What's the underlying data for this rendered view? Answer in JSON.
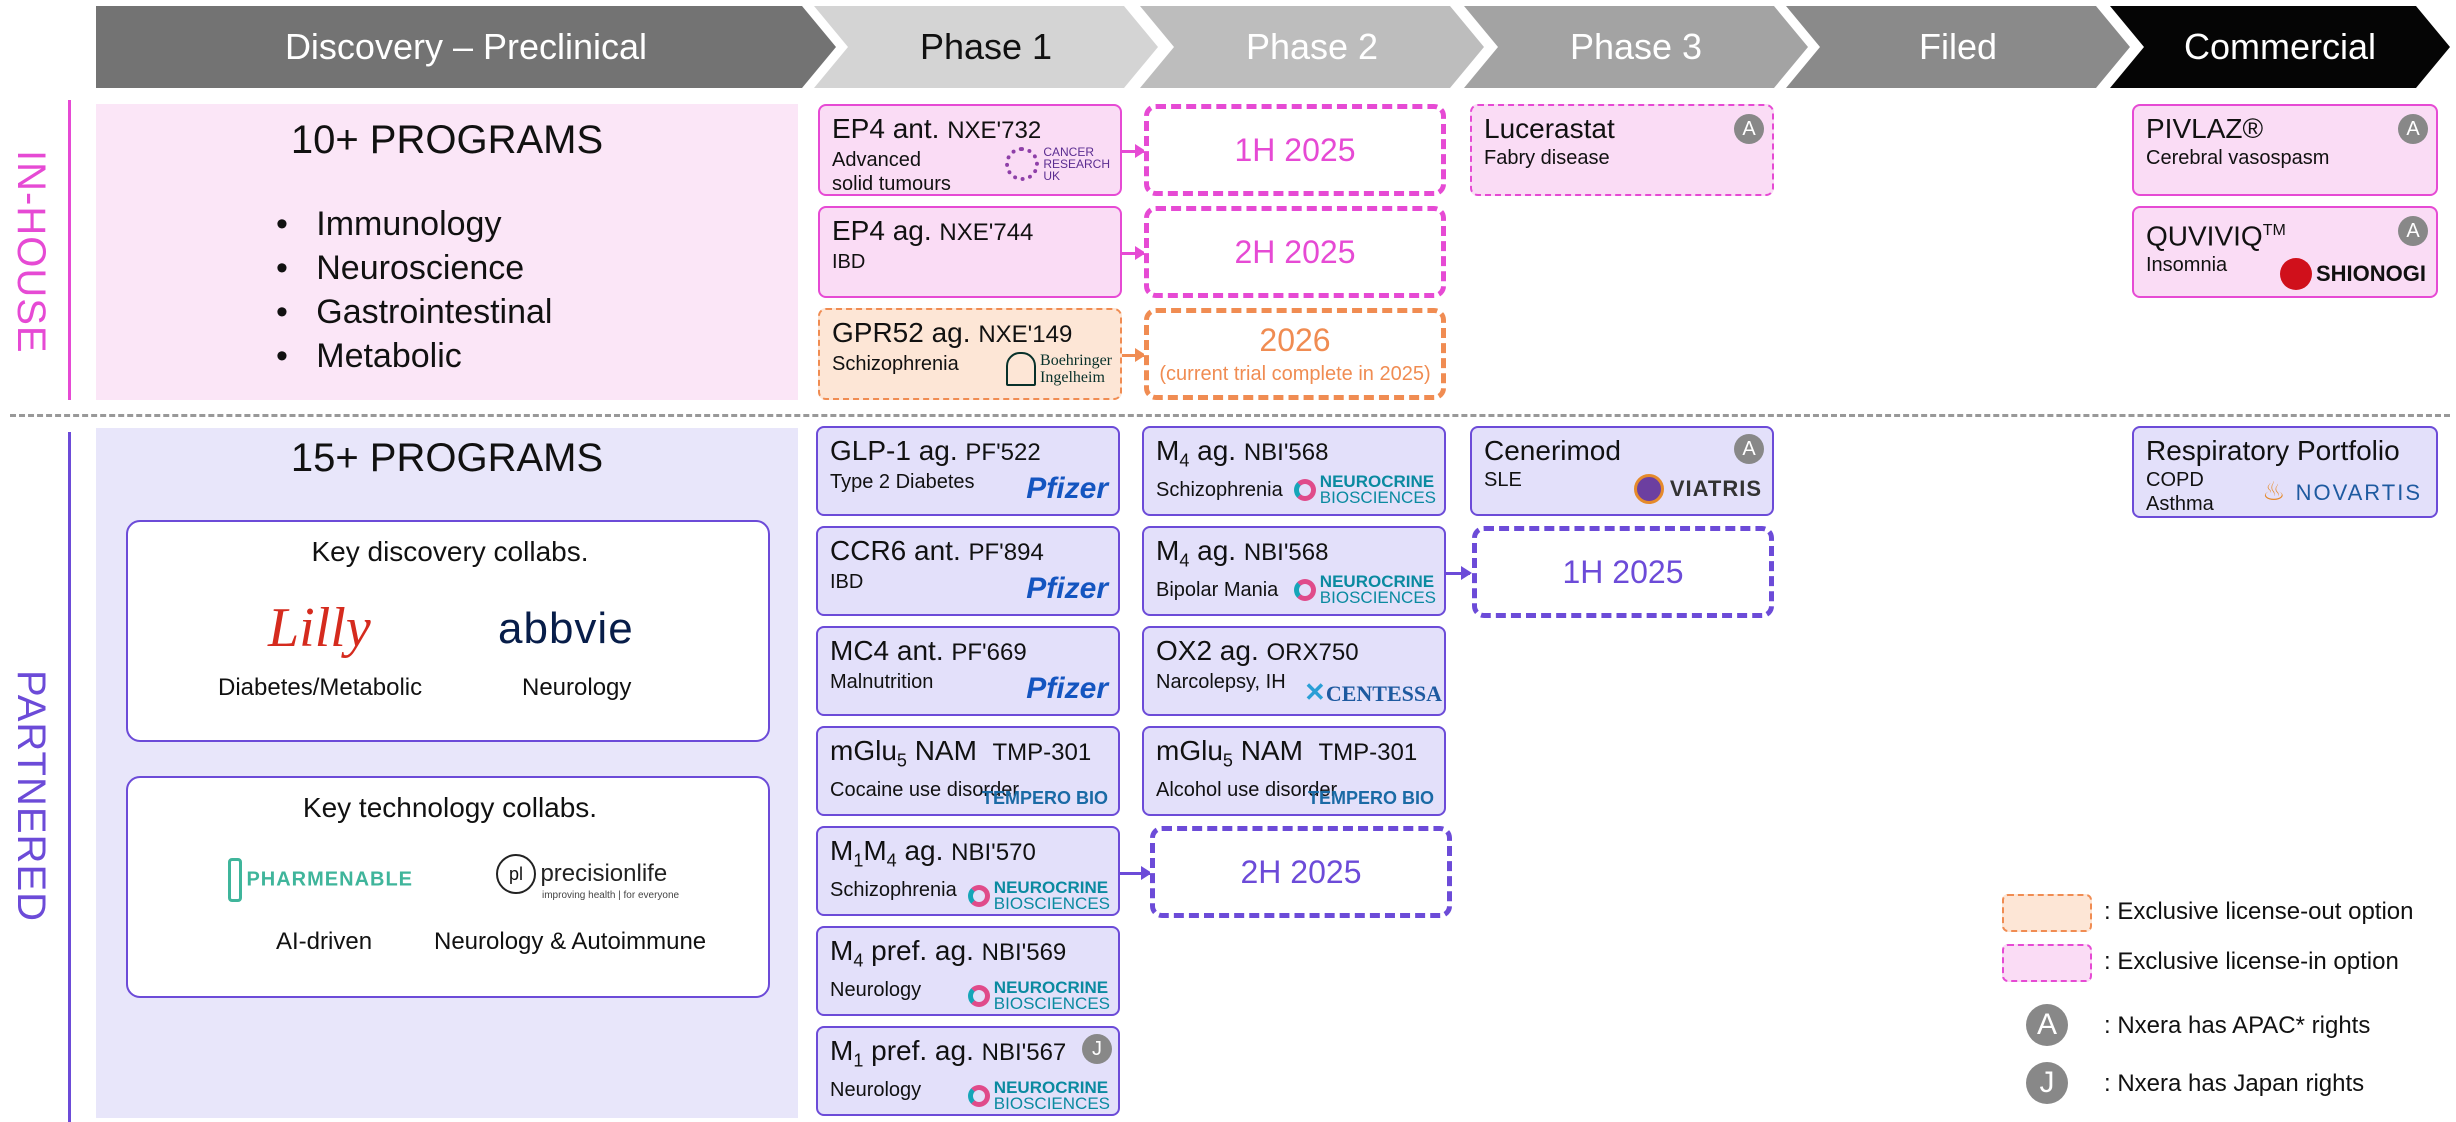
{
  "phases": [
    "Discovery – Preclinical",
    "Phase 1",
    "Phase 2",
    "Phase 3",
    "Filed",
    "Commercial"
  ],
  "sections": {
    "inhouse": "IN-HOUSE",
    "partnered": "PARTNERED"
  },
  "inhouse_discovery": {
    "title": "10+ PROGRAMS",
    "bullets": [
      "Immunology",
      "Neuroscience",
      "Gastrointestinal",
      "Metabolic"
    ]
  },
  "partnered_discovery": {
    "title": "15+ PROGRAMS",
    "discovery_collabs": {
      "heading": "Key discovery collabs.",
      "partners": [
        {
          "logo": "Lilly",
          "label": "Diabetes/Metabolic"
        },
        {
          "logo": "abbvie",
          "label": "Neurology"
        }
      ]
    },
    "tech_collabs": {
      "heading": "Key technology collabs.",
      "partners": [
        {
          "logo": "PHARMENABLE",
          "label": "AI-driven"
        },
        {
          "logo": "precisionlife",
          "logo_tagline": "improving health | for everyone",
          "label": "Neurology & Autoimmune"
        }
      ]
    }
  },
  "inhouse_cards": {
    "ep4ant": {
      "name": "EP4 ant.",
      "code": "NXE'732",
      "indication_1": "Advanced",
      "indication_2": "solid tumours",
      "partner_1": "CANCER",
      "partner_2": "RESEARCH",
      "partner_3": "UK"
    },
    "ep4ag": {
      "name": "EP4 ag.",
      "code": "NXE'744",
      "indication": "IBD"
    },
    "gpr52": {
      "name": "GPR52 ag.",
      "code": "NXE'149",
      "indication": "Schizophrenia",
      "partner_1": "Boehringer",
      "partner_2": "Ingelheim"
    },
    "lucerastat": {
      "name": "Lucerastat",
      "indication": "Fabry disease",
      "badge": "A"
    },
    "pivlaz": {
      "name": "PIVLAZ®",
      "indication": "Cerebral vasospasm",
      "badge": "A"
    },
    "quviviq": {
      "name": "QUVIVIQ",
      "tm": "TM",
      "indication": "Insomnia",
      "badge": "A",
      "partner": "SHIONOGI"
    }
  },
  "inhouse_dates": {
    "d1": {
      "text": "1H 2025"
    },
    "d2": {
      "text": "2H 2025"
    },
    "d3": {
      "text": "2026",
      "sub": "(current trial complete in 2025)"
    }
  },
  "partnered_cards": {
    "glp1": {
      "name": "GLP-1 ag.",
      "code": "PF'522",
      "indication": "Type 2 Diabetes",
      "partner": "Pfizer"
    },
    "ccr6": {
      "name": "CCR6 ant.",
      "code": "PF'894",
      "indication": "IBD",
      "partner": "Pfizer"
    },
    "mc4": {
      "name": "MC4 ant.",
      "code": "PF'669",
      "indication": "Malnutrition",
      "partner": "Pfizer"
    },
    "mglu5_p1": {
      "name": "mGlu",
      "sub": "5",
      "name_2": " NAM",
      "code": "TMP-301",
      "indication": "Cocaine use disorder",
      "partner": "TEMPERO BIO"
    },
    "m1m4": {
      "name_a": "M",
      "sub_a": "1",
      "name_b": "M",
      "sub_b": "4",
      "name_c": " ag.",
      "code": "NBI'570",
      "indication": "Schizophrenia",
      "partner_1": "NEUROCRINE",
      "partner_2": "BIOSCIENCES"
    },
    "m4pref": {
      "name": "M",
      "sub": "4",
      "name_2": " pref. ag.",
      "code": "NBI'569",
      "indication": "Neurology",
      "partner_1": "NEUROCRINE",
      "partner_2": "BIOSCIENCES"
    },
    "m1pref": {
      "name": "M",
      "sub": "1",
      "name_2": " pref. ag.",
      "code": "NBI'567",
      "indication": "Neurology",
      "badge": "J",
      "partner_1": "NEUROCRINE",
      "partner_2": "BIOSCIENCES"
    },
    "m4_schiz": {
      "name": "M",
      "sub": "4",
      "name_2": " ag.",
      "code": "NBI'568",
      "indication": "Schizophrenia",
      "partner_1": "NEUROCRINE",
      "partner_2": "BIOSCIENCES"
    },
    "m4_bipolar": {
      "name": "M",
      "sub": "4",
      "name_2": " ag.",
      "code": "NBI'568",
      "indication": "Bipolar Mania",
      "partner_1": "NEUROCRINE",
      "partner_2": "BIOSCIENCES"
    },
    "ox2": {
      "name": "OX2 ag.",
      "code": "ORX750",
      "indication": "Narcolepsy, IH",
      "partner": "CENTESSA"
    },
    "mglu5_p2": {
      "name": "mGlu",
      "sub": "5",
      "name_2": " NAM",
      "code": "TMP-301",
      "indication": "Alcohol use disorder",
      "partner": "TEMPERO BIO"
    },
    "cenerimod": {
      "name": "Cenerimod",
      "indication": "SLE",
      "badge": "A",
      "partner": "VIATRIS"
    },
    "resp": {
      "name": "Respiratory Portfolio",
      "indication_1": "COPD",
      "indication_2": "Asthma",
      "partner": "NOVARTIS"
    }
  },
  "partnered_dates": {
    "d1": {
      "text": "1H 2025"
    },
    "d2": {
      "text": "2H 2025"
    }
  },
  "legend": {
    "license_out": ": Exclusive license-out option",
    "license_in": ": Exclusive license-in option",
    "apac_symbol": "A",
    "apac": ": Nxera has APAC* rights",
    "japan_symbol": "J",
    "japan": ": Nxera has Japan rights"
  },
  "colors": {
    "pink": "#e64ad4",
    "purple": "#6c4bd8",
    "orange": "#f08c52",
    "inhouse_bg": "#fbe6f7",
    "partnered_bg": "#e8e6fa"
  }
}
